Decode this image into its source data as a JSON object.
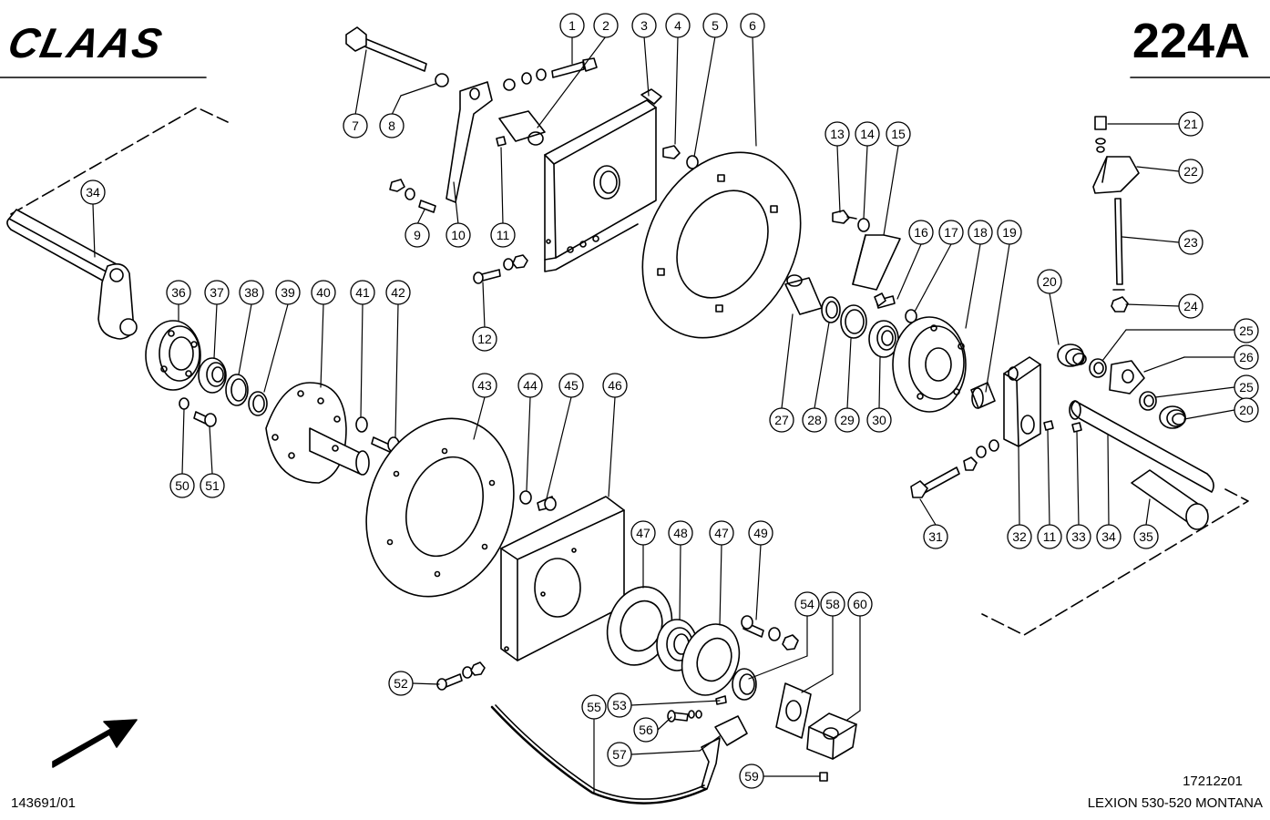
{
  "header": {
    "brand": "CLAAS",
    "page_code": "224A"
  },
  "footer": {
    "doc_number": "143691/01",
    "drawing_ref": "17212z01",
    "model": "LEXION 530-520 MONTANA"
  },
  "callouts": [
    {
      "label": "1"
    },
    {
      "label": "2"
    },
    {
      "label": "3"
    },
    {
      "label": "4"
    },
    {
      "label": "5"
    },
    {
      "label": "6"
    },
    {
      "label": "7"
    },
    {
      "label": "8"
    },
    {
      "label": "9"
    },
    {
      "label": "10"
    },
    {
      "label": "11"
    },
    {
      "label": "12"
    },
    {
      "label": "13"
    },
    {
      "label": "14"
    },
    {
      "label": "15"
    },
    {
      "label": "16"
    },
    {
      "label": "17"
    },
    {
      "label": "18"
    },
    {
      "label": "19"
    },
    {
      "label": "20"
    },
    {
      "label": "21"
    },
    {
      "label": "22"
    },
    {
      "label": "23"
    },
    {
      "label": "24"
    },
    {
      "label": "25"
    },
    {
      "label": "26"
    },
    {
      "label": "25"
    },
    {
      "label": "20"
    },
    {
      "label": "27"
    },
    {
      "label": "28"
    },
    {
      "label": "29"
    },
    {
      "label": "30"
    },
    {
      "label": "31"
    },
    {
      "label": "32"
    },
    {
      "label": "11"
    },
    {
      "label": "33"
    },
    {
      "label": "34"
    },
    {
      "label": "35"
    },
    {
      "label": "34"
    },
    {
      "label": "36"
    },
    {
      "label": "37"
    },
    {
      "label": "38"
    },
    {
      "label": "39"
    },
    {
      "label": "40"
    },
    {
      "label": "41"
    },
    {
      "label": "42"
    },
    {
      "label": "50"
    },
    {
      "label": "51"
    },
    {
      "label": "43"
    },
    {
      "label": "44"
    },
    {
      "label": "45"
    },
    {
      "label": "46"
    },
    {
      "label": "47"
    },
    {
      "label": "48"
    },
    {
      "label": "47"
    },
    {
      "label": "49"
    },
    {
      "label": "54"
    },
    {
      "label": "58"
    },
    {
      "label": "60"
    },
    {
      "label": "52"
    },
    {
      "label": "55"
    },
    {
      "label": "53"
    },
    {
      "label": "56"
    },
    {
      "label": "57"
    },
    {
      "label": "59"
    }
  ]
}
